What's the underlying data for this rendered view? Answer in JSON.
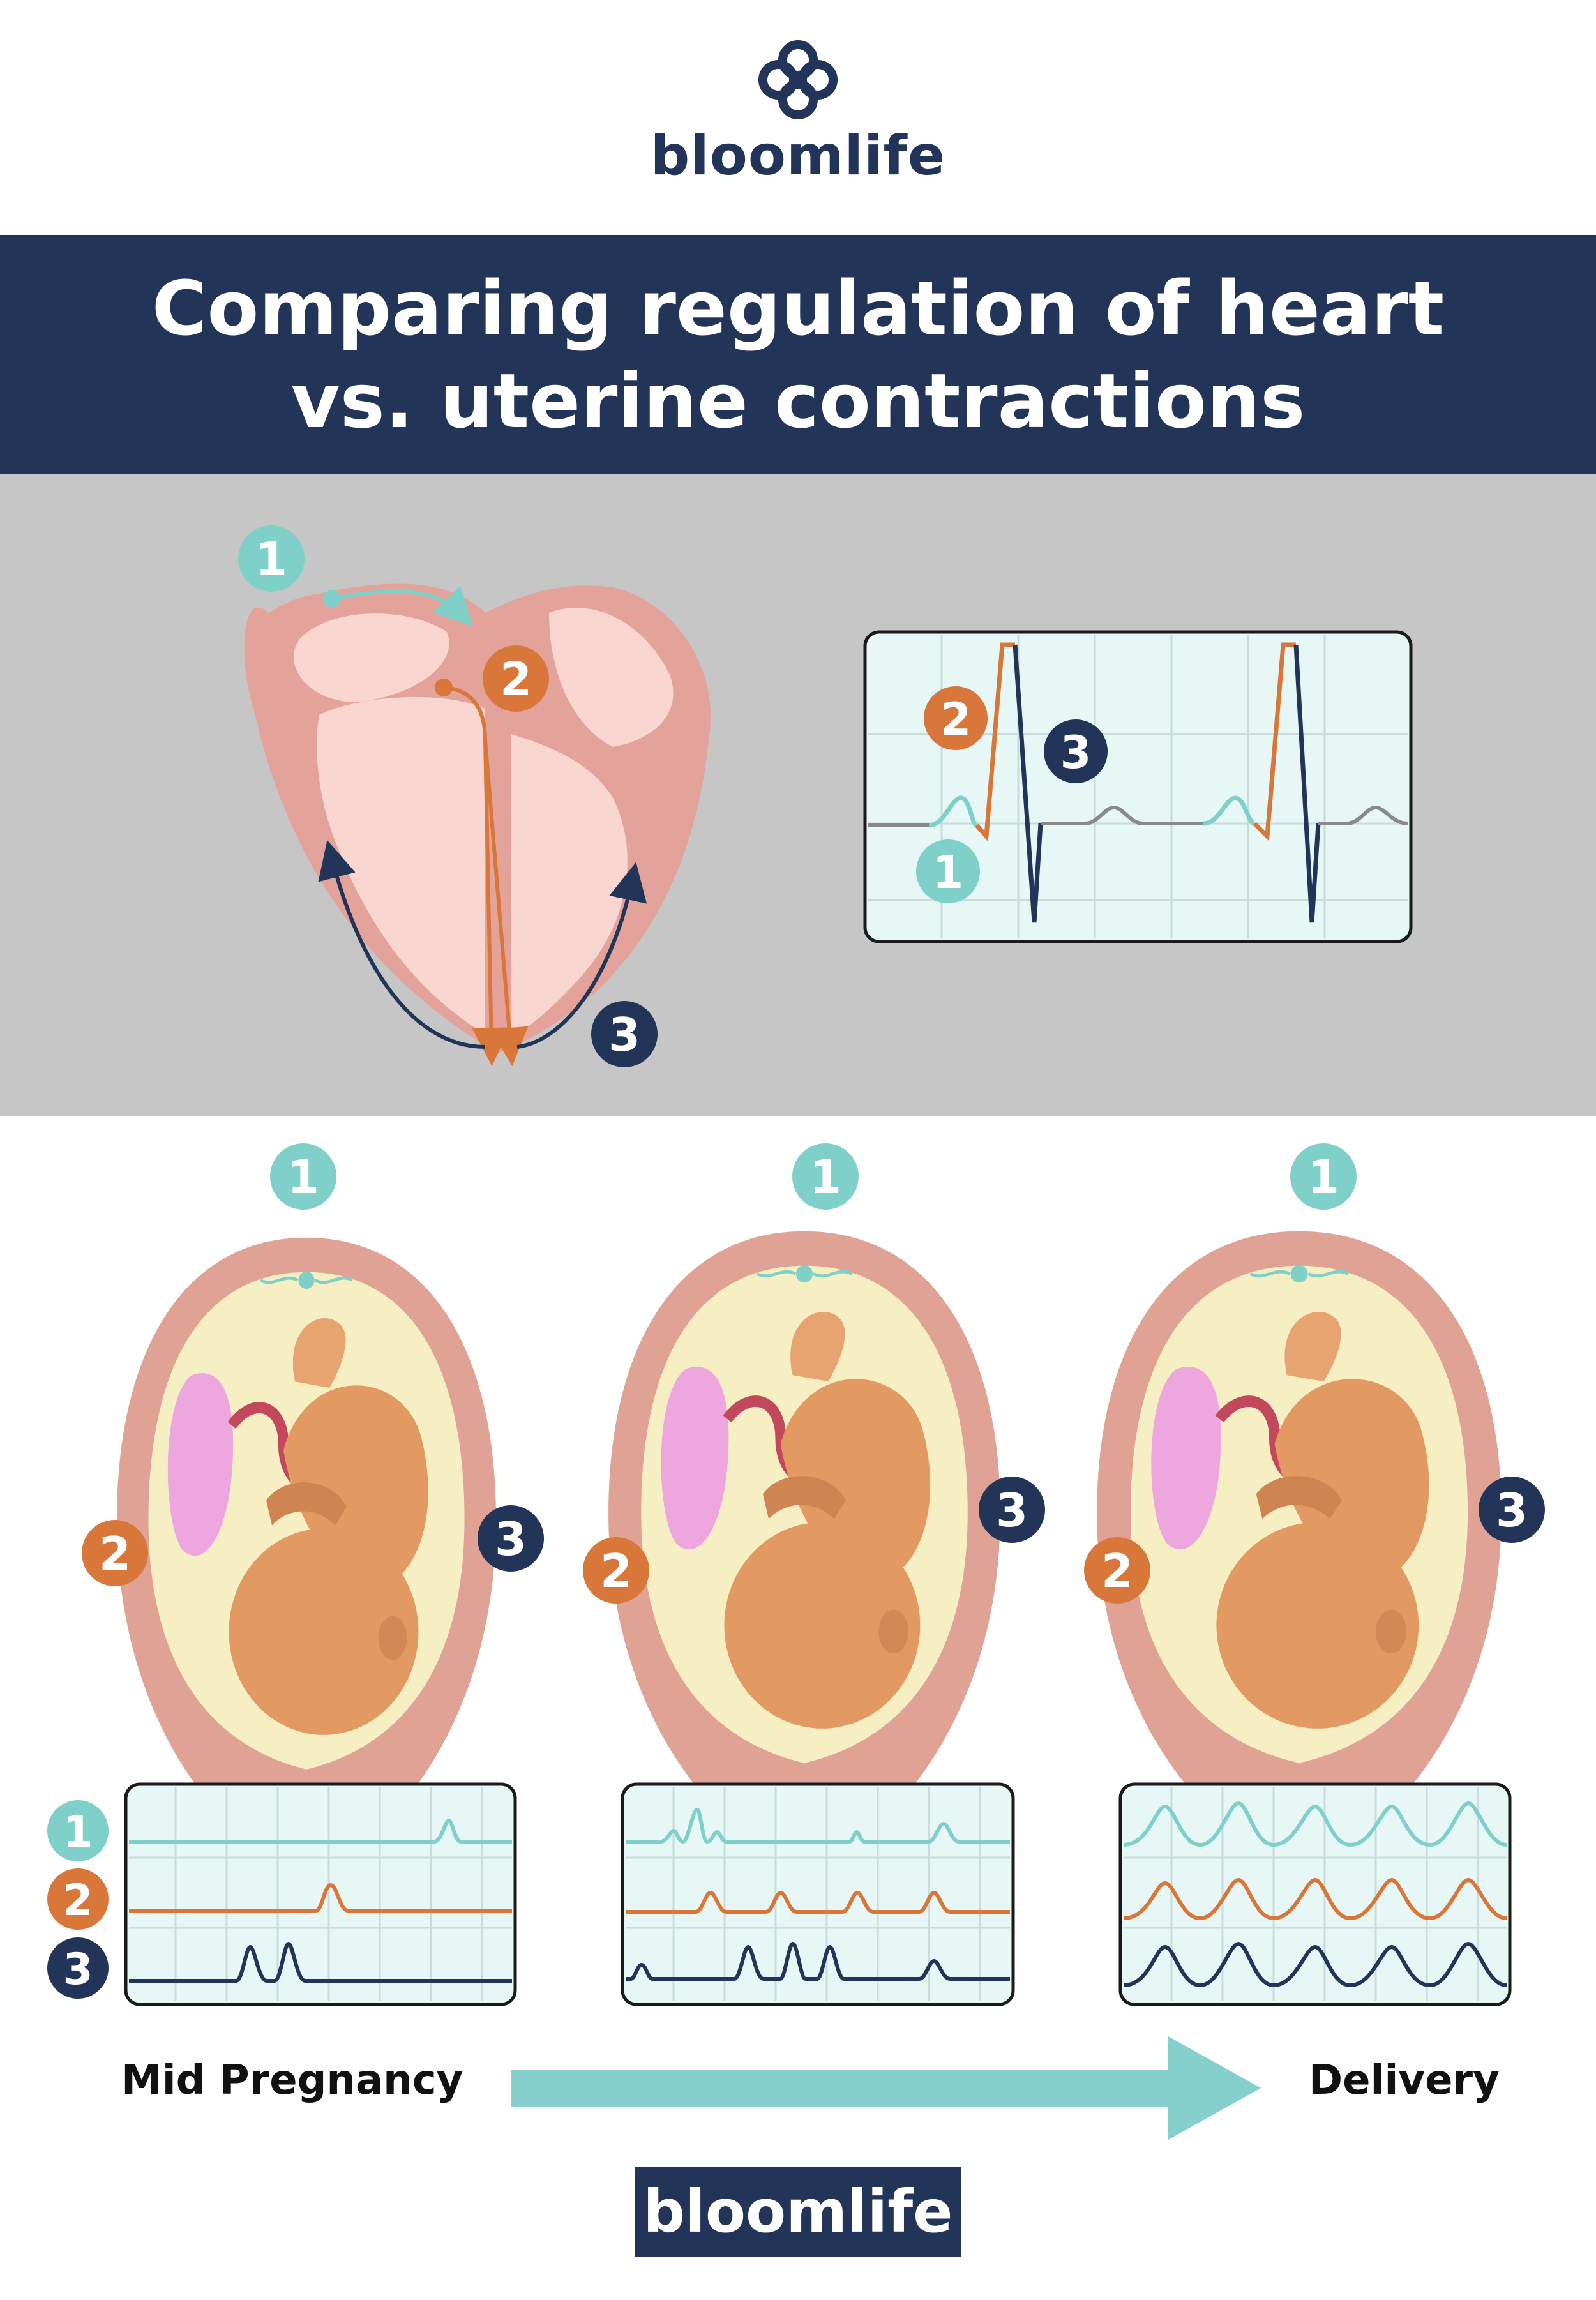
{
  "brand": {
    "name": "bloomlife",
    "color": "#23345a"
  },
  "title": {
    "line1": "Comparing regulation of heart",
    "line2": "vs. uterine contractions"
  },
  "colors": {
    "navy": "#233459",
    "teal": "#7fd0c9",
    "orange": "#d9763a",
    "gray_panel": "#c6c6c6",
    "heart_outer": "#e3a39a",
    "heart_inner": "#f9d7d0",
    "uterus_outer": "#e0a295",
    "amniotic": "#f6efc3",
    "fetus": "#e39a62",
    "placenta": "#eea7de",
    "cervix": "#c76b90",
    "ekg_bg": "#e6f7f6"
  },
  "markers": {
    "one": "1",
    "two": "2",
    "three": "3"
  },
  "stages": [
    {
      "id": "mid-pregnancy"
    },
    {
      "id": "intermediate"
    },
    {
      "id": "delivery"
    }
  ],
  "timeline": {
    "start_label": "Mid Pregnancy",
    "end_label": "Delivery"
  },
  "footer": {
    "brand": "bloomlife"
  },
  "icons": [
    "bloomlife-logo-icon",
    "heart-diagram-icon",
    "ekg-trace-icon",
    "uterus-fetus-icon",
    "arrow-right-icon"
  ]
}
